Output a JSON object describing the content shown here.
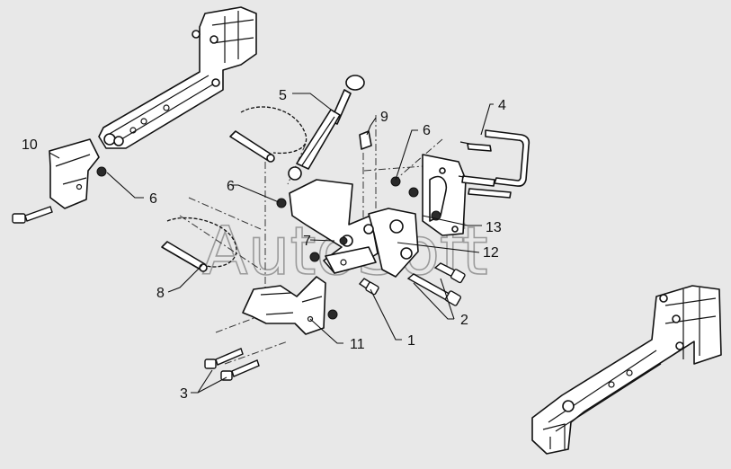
{
  "watermark": "AutoSoft",
  "callouts": [
    "1",
    "2",
    "3",
    "4",
    "5",
    "6",
    "6",
    "7",
    "8",
    "9",
    "10",
    "11",
    "12",
    "13"
  ],
  "colors": {
    "background": "#e8e8e8",
    "line": "#111111",
    "part_fill": "#ffffff",
    "watermark": "#9a9a9a"
  }
}
